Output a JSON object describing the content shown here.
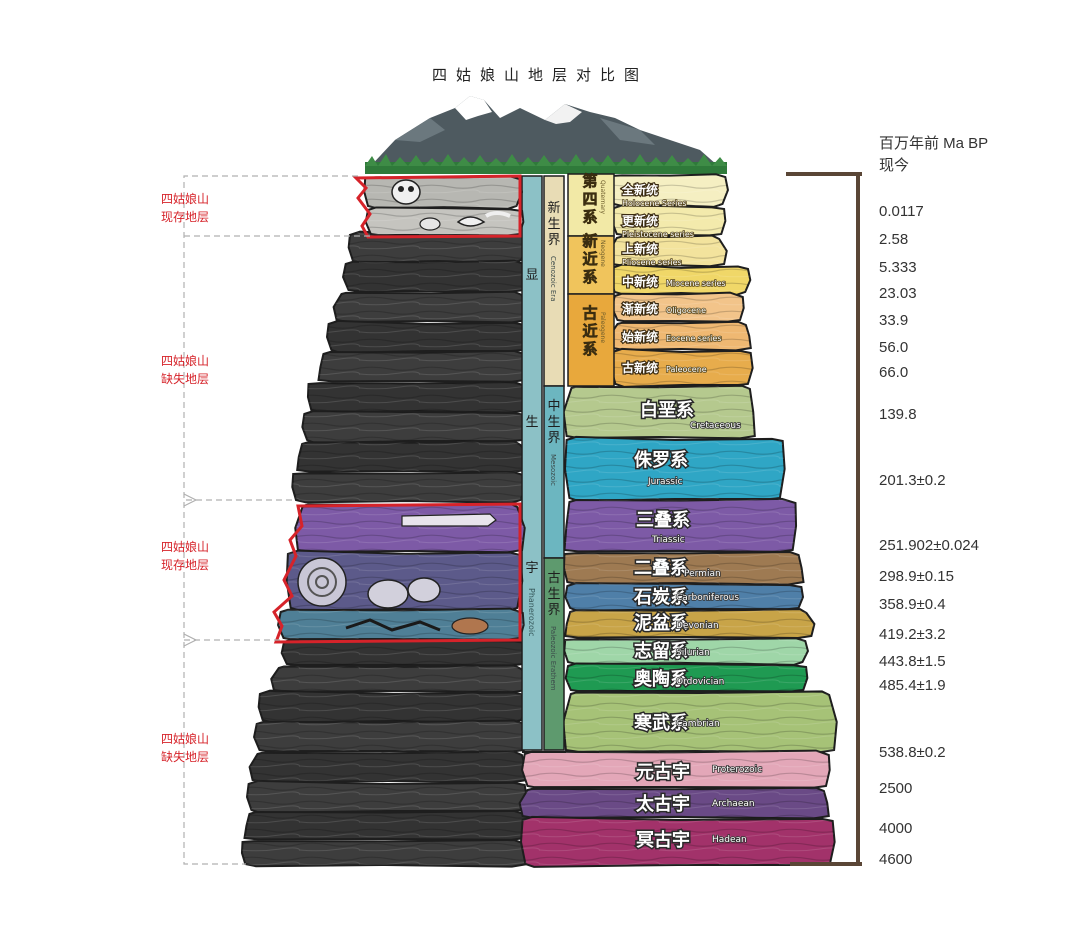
{
  "title": "四姑娘山地层对比图",
  "scale_header": [
    "百万年前 Ma BP",
    "现今"
  ],
  "ages": [
    "0.0117",
    "2.58",
    "5.333",
    "23.03",
    "33.9",
    "56.0",
    "66.0",
    "139.8",
    "201.3±0.2",
    "251.902±0.024",
    "298.9±0.15",
    "358.9±0.4",
    "419.2±3.2",
    "443.8±1.5",
    "485.4±1.9",
    "538.8±0.2",
    "2500",
    "4000",
    "4600"
  ],
  "side_labels": {
    "present_top": [
      "四姑娘山",
      "现存地层"
    ],
    "missing_upper": [
      "四姑娘山",
      "缺失地层"
    ],
    "present_mid": [
      "四姑娘山",
      "现存地层"
    ],
    "missing_lower": [
      "四姑娘山",
      "缺失地层"
    ]
  },
  "eon_phanerozoic": {
    "chars": [
      "显",
      "生",
      "宇"
    ],
    "en": "Phanerozoic"
  },
  "eras": {
    "cenozoic": {
      "chars": [
        "新",
        "生",
        "界"
      ],
      "en": "Cenozoic Era"
    },
    "mesozoic": {
      "chars": [
        "中",
        "生",
        "界"
      ],
      "en": "Mesozoic"
    },
    "paleozoic": {
      "chars": [
        "古",
        "生",
        "界"
      ],
      "en": "Paleozoic Erathem"
    }
  },
  "periods_cenozoic": {
    "quaternary": {
      "chars": [
        "第",
        "四",
        "系"
      ],
      "en": "Quaternary"
    },
    "neogene": {
      "chars": [
        "新",
        "近",
        "系"
      ],
      "en": "Neogene"
    },
    "paleogene": {
      "chars": [
        "古",
        "近",
        "系"
      ],
      "en": "Paleogene"
    }
  },
  "series": [
    {
      "zh": "全新统",
      "en": "Holocene Series"
    },
    {
      "zh": "更新统",
      "en": "Pleistocene series"
    },
    {
      "zh": "上新统",
      "en": "Pliocene series"
    },
    {
      "zh": "中新统",
      "en": "Miocene series"
    },
    {
      "zh": "渐新统",
      "en": "Oligocene"
    },
    {
      "zh": "始新统",
      "en": "Eocene series"
    },
    {
      "zh": "古新统",
      "en": "Paleocene"
    }
  ],
  "systems": [
    {
      "zh": "白垩系",
      "en": "Cretaceous"
    },
    {
      "zh": "侏罗系",
      "en": "Jurassic"
    },
    {
      "zh": "三叠系",
      "en": "Triassic"
    },
    {
      "zh": "二叠系",
      "en": "Permian"
    },
    {
      "zh": "石炭系",
      "en": "Carboniferous"
    },
    {
      "zh": "泥盆系",
      "en": "Devonian"
    },
    {
      "zh": "志留系",
      "en": "Silurian"
    },
    {
      "zh": "奥陶系",
      "en": "Ordovician"
    },
    {
      "zh": "寒武系",
      "en": "Cambrian"
    }
  ],
  "eons": [
    {
      "zh": "元古宇",
      "en": "Proterozoic"
    },
    {
      "zh": "太古宇",
      "en": "Archaean"
    },
    {
      "zh": "冥古宇",
      "en": "Hadean"
    }
  ],
  "colors": {
    "rock_dark": "#3a3a3a",
    "highlight": "#d6232a",
    "scale_bar": "#5a4636",
    "phanerozoic": "#8cc1c6",
    "cenozoic": "#e8dcb5",
    "mesozoic": "#6cb6c0",
    "paleozoic": "#5e9a6e",
    "quaternary": "#f2e9a6",
    "neogene": "#f0c45c",
    "paleogene": "#e8a83c",
    "holocene": "#f5efc2",
    "pleistocene": "#f3eaac",
    "pliocene": "#f3e39d",
    "miocene": "#f0d768",
    "oligocene": "#f2c48a",
    "eocene": "#efb872",
    "paleocene": "#e7ac4c",
    "cretaceous": "#b5c98e",
    "jurassic": "#2fa6c5",
    "triassic": "#7d5aa6",
    "permian": "#9e7a52",
    "carboniferous": "#4f7fa8",
    "devonian": "#c8a448",
    "silurian": "#9fd6a8",
    "ordovician": "#1f9a52",
    "cambrian": "#a6c277",
    "proterozoic": "#e3a7b8",
    "archaean": "#6a4a86",
    "hadean": "#a2326a"
  }
}
